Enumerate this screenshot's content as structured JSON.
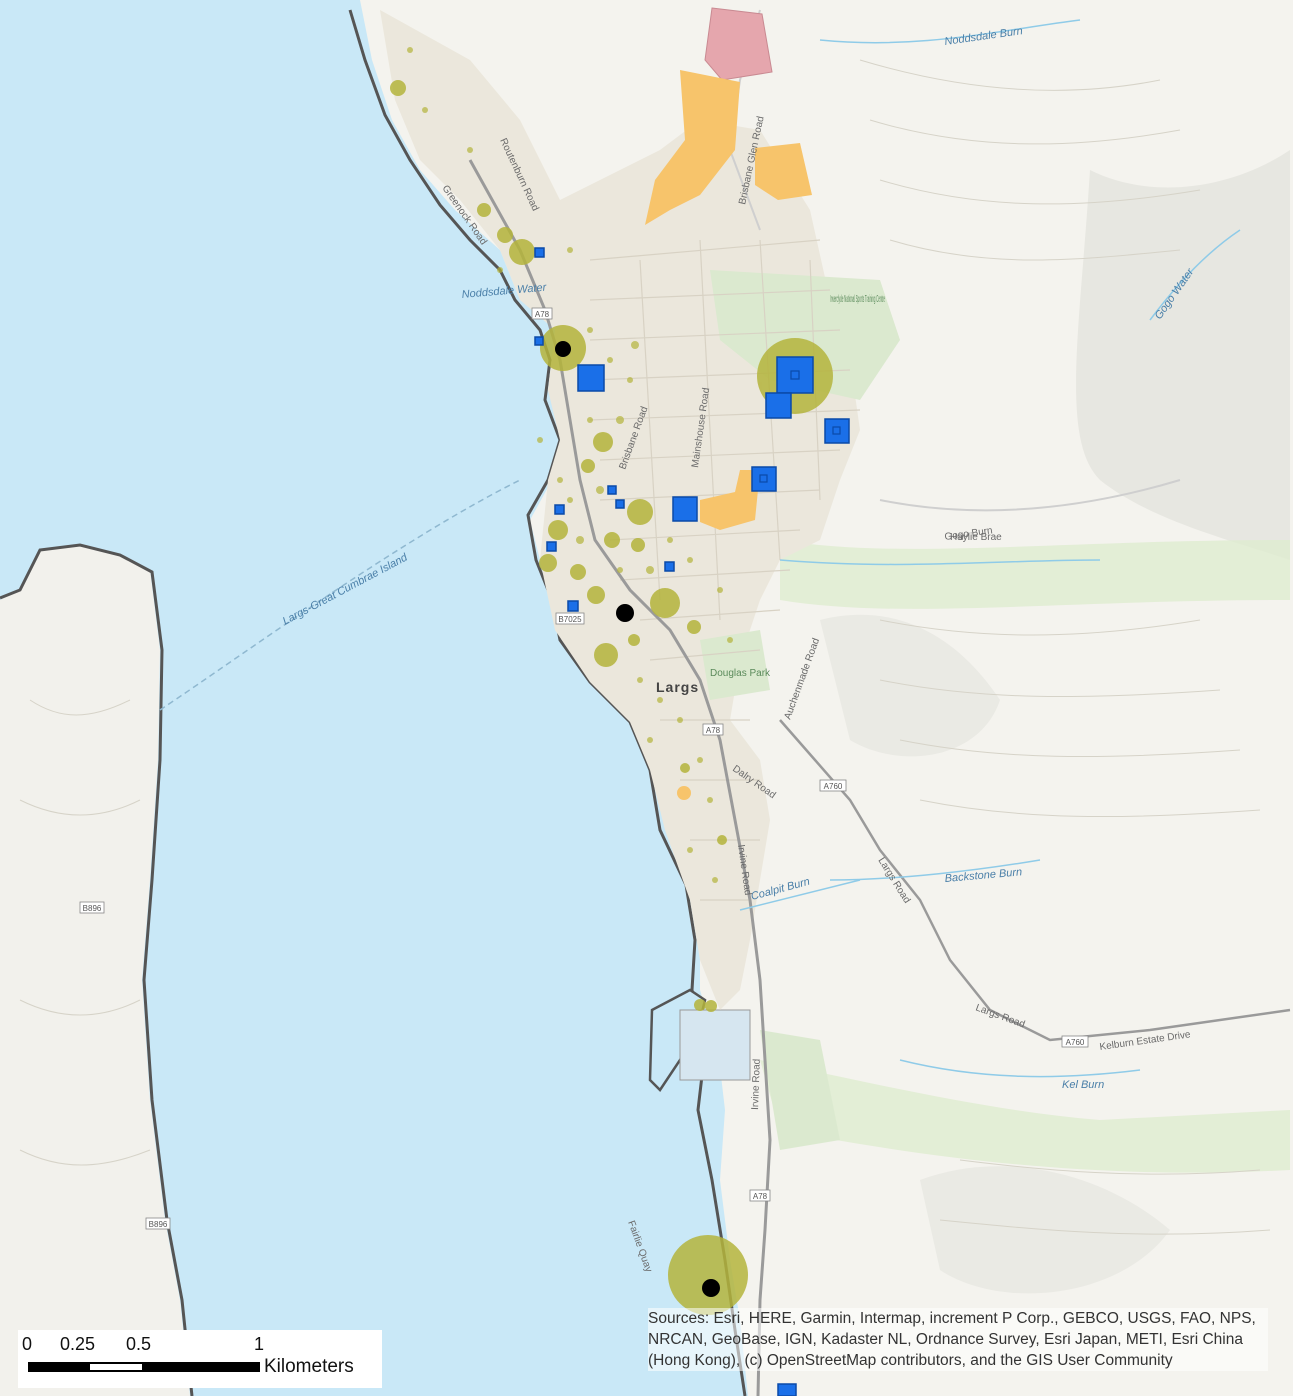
{
  "map": {
    "colors": {
      "water": "#c9e8f7",
      "land": "#f4f3ee",
      "urban": "#ebe7dc",
      "park": "#dbe9cf",
      "coastline": "#555555",
      "road": "#9a9a9a",
      "olive_marker": "#b4b43c",
      "blue_marker": "#1a6fe8",
      "orange_area": "#f7c46b",
      "pink_area": "#e5a6ad",
      "black_point": "#000000"
    },
    "labels": {
      "town": "Largs",
      "water": [
        "Noddsdale Burn",
        "Noddsdale Water",
        "Gogo Water",
        "Backstone Burn",
        "Gogo Burn",
        "Coalpit Burn",
        "Kel Burn"
      ],
      "roads": [
        "Greenock Road",
        "Routenburn Road",
        "Brisbane Glen Road",
        "Brisbane Road",
        "Mainshouse Road",
        "Dalry Road",
        "Irvine Road",
        "Largs Road",
        "Auchenmade Road",
        "Kelburn Estate Drive",
        "Haylie Brae",
        "Fairlie Quay",
        "Largs-Great Cumbrae Island"
      ],
      "parks": [
        "Inverclyde National Sports Training Centre",
        "Douglas Park"
      ],
      "shields": [
        "A78",
        "A760",
        "B7025",
        "B896"
      ]
    },
    "icons": [
      "point-marker-icon",
      "square-marker-icon",
      "circle-marker-icon"
    ]
  },
  "scalebar": {
    "ticks": [
      "0",
      "0.25",
      "0.5",
      "1"
    ],
    "unit": "Kilometers"
  },
  "attribution": "Sources: Esri, HERE, Garmin, Intermap, increment P Corp., GEBCO, USGS, FAO, NPS, NRCAN, GeoBase, IGN, Kadaster NL, Ordnance Survey, Esri Japan, METI, Esri China (Hong Kong), (c) OpenStreetMap contributors, and the GIS User Community"
}
